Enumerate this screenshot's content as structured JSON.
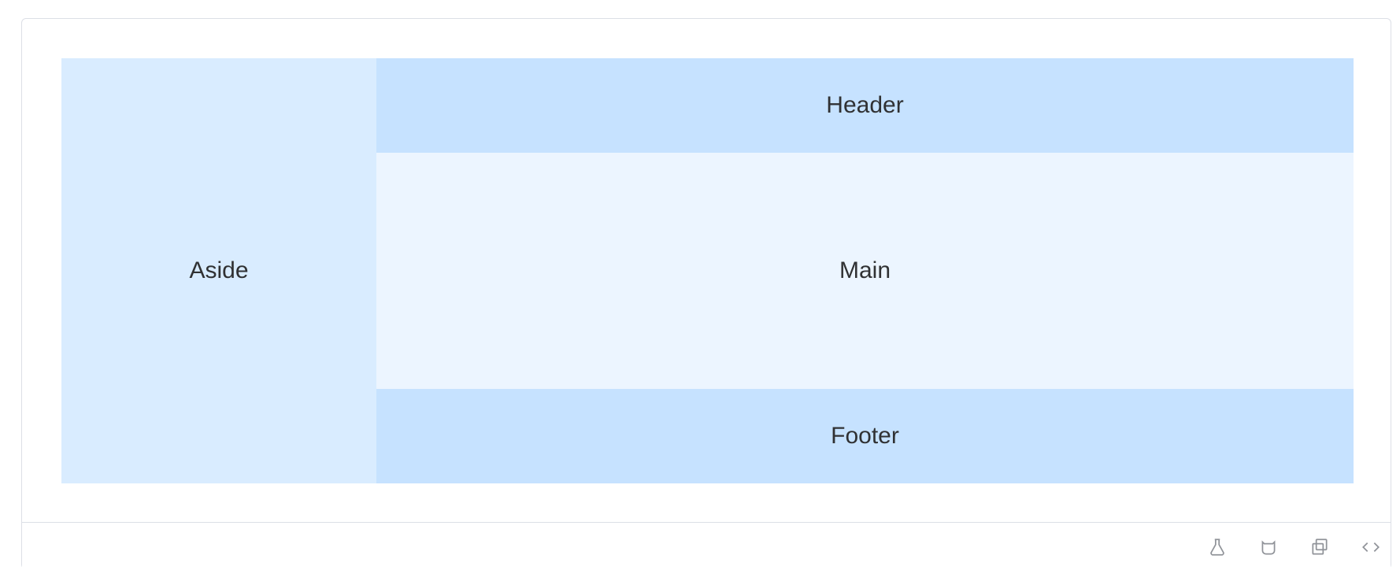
{
  "layout": {
    "aside_label": "Aside",
    "header_label": "Header",
    "main_label": "Main",
    "footer_label": "Footer"
  },
  "colors": {
    "aside": "#d9ecff",
    "header": "#c6e2ff",
    "main": "#ecf5ff",
    "footer": "#c6e2ff",
    "text": "#303133",
    "border": "#dcdfe6"
  },
  "toolbar": {
    "icons": [
      "playground-icon",
      "github-icon",
      "copy-icon",
      "code-toggle-icon"
    ]
  }
}
